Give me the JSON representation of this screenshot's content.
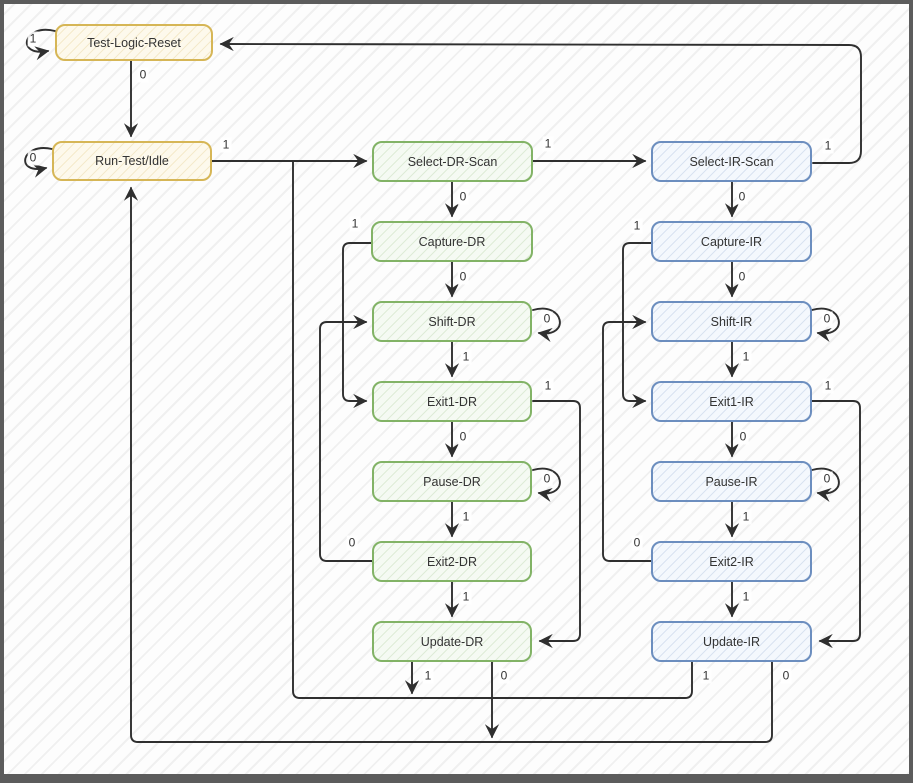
{
  "diagram": {
    "states": [
      {
        "id": "test-logic-reset",
        "label": "Test-Logic-Reset",
        "palette": "yellow"
      },
      {
        "id": "run-test-idle",
        "label": "Run-Test/Idle",
        "palette": "yellow"
      },
      {
        "id": "select-dr-scan",
        "label": "Select-DR-Scan",
        "palette": "green"
      },
      {
        "id": "capture-dr",
        "label": "Capture-DR",
        "palette": "green"
      },
      {
        "id": "shift-dr",
        "label": "Shift-DR",
        "palette": "green"
      },
      {
        "id": "exit1-dr",
        "label": "Exit1-DR",
        "palette": "green"
      },
      {
        "id": "pause-dr",
        "label": "Pause-DR",
        "palette": "green"
      },
      {
        "id": "exit2-dr",
        "label": "Exit2-DR",
        "palette": "green"
      },
      {
        "id": "update-dr",
        "label": "Update-DR",
        "palette": "green"
      },
      {
        "id": "select-ir-scan",
        "label": "Select-IR-Scan",
        "palette": "blue"
      },
      {
        "id": "capture-ir",
        "label": "Capture-IR",
        "palette": "blue"
      },
      {
        "id": "shift-ir",
        "label": "Shift-IR",
        "palette": "blue"
      },
      {
        "id": "exit1-ir",
        "label": "Exit1-IR",
        "palette": "blue"
      },
      {
        "id": "pause-ir",
        "label": "Pause-IR",
        "palette": "blue"
      },
      {
        "id": "exit2-ir",
        "label": "Exit2-IR",
        "palette": "blue"
      },
      {
        "id": "update-ir",
        "label": "Update-IR",
        "palette": "blue"
      }
    ],
    "transitions": [
      {
        "from": "Test-Logic-Reset",
        "to": "Test-Logic-Reset",
        "label": "1"
      },
      {
        "from": "Test-Logic-Reset",
        "to": "Run-Test/Idle",
        "label": "0"
      },
      {
        "from": "Run-Test/Idle",
        "to": "Run-Test/Idle",
        "label": "0"
      },
      {
        "from": "Run-Test/Idle",
        "to": "Select-DR-Scan",
        "label": "1"
      },
      {
        "from": "Select-DR-Scan",
        "to": "Select-IR-Scan",
        "label": "1"
      },
      {
        "from": "Select-IR-Scan",
        "to": "Test-Logic-Reset",
        "label": "1"
      },
      {
        "from": "Select-DR-Scan",
        "to": "Capture-DR",
        "label": "0"
      },
      {
        "from": "Capture-DR",
        "to": "Shift-DR",
        "label": "0"
      },
      {
        "from": "Capture-DR",
        "to": "Exit1-DR",
        "label": "1"
      },
      {
        "from": "Shift-DR",
        "to": "Shift-DR",
        "label": "0"
      },
      {
        "from": "Shift-DR",
        "to": "Exit1-DR",
        "label": "1"
      },
      {
        "from": "Exit1-DR",
        "to": "Pause-DR",
        "label": "0"
      },
      {
        "from": "Exit1-DR",
        "to": "Update-DR",
        "label": "1"
      },
      {
        "from": "Pause-DR",
        "to": "Pause-DR",
        "label": "0"
      },
      {
        "from": "Pause-DR",
        "to": "Exit2-DR",
        "label": "1"
      },
      {
        "from": "Exit2-DR",
        "to": "Shift-DR",
        "label": "0"
      },
      {
        "from": "Exit2-DR",
        "to": "Update-DR",
        "label": "1"
      },
      {
        "from": "Update-DR",
        "to": "Select-DR-Scan",
        "label": "1"
      },
      {
        "from": "Update-DR",
        "to": "Run-Test/Idle",
        "label": "0"
      },
      {
        "from": "Select-IR-Scan",
        "to": "Capture-IR",
        "label": "0"
      },
      {
        "from": "Capture-IR",
        "to": "Shift-IR",
        "label": "0"
      },
      {
        "from": "Capture-IR",
        "to": "Exit1-IR",
        "label": "1"
      },
      {
        "from": "Shift-IR",
        "to": "Shift-IR",
        "label": "0"
      },
      {
        "from": "Shift-IR",
        "to": "Exit1-IR",
        "label": "1"
      },
      {
        "from": "Exit1-IR",
        "to": "Pause-IR",
        "label": "0"
      },
      {
        "from": "Exit1-IR",
        "to": "Update-IR",
        "label": "1"
      },
      {
        "from": "Pause-IR",
        "to": "Pause-IR",
        "label": "0"
      },
      {
        "from": "Pause-IR",
        "to": "Exit2-IR",
        "label": "1"
      },
      {
        "from": "Exit2-IR",
        "to": "Shift-IR",
        "label": "0"
      },
      {
        "from": "Exit2-IR",
        "to": "Update-IR",
        "label": "1"
      },
      {
        "from": "Update-IR",
        "to": "Select-DR-Scan",
        "label": "1"
      },
      {
        "from": "Update-IR",
        "to": "Run-Test/Idle",
        "label": "0"
      }
    ],
    "colors": {
      "yellow_border": "#d6b656",
      "yellow_fill": "#fdf9ec",
      "green_border": "#82b366",
      "green_fill": "#f5faf3",
      "blue_border": "#6c8ebf",
      "blue_fill": "#f4f8fd",
      "edge": "#2f2f2f",
      "text": "#333333",
      "frame": "#5c5c5c",
      "background": "#fdfdfd"
    }
  }
}
